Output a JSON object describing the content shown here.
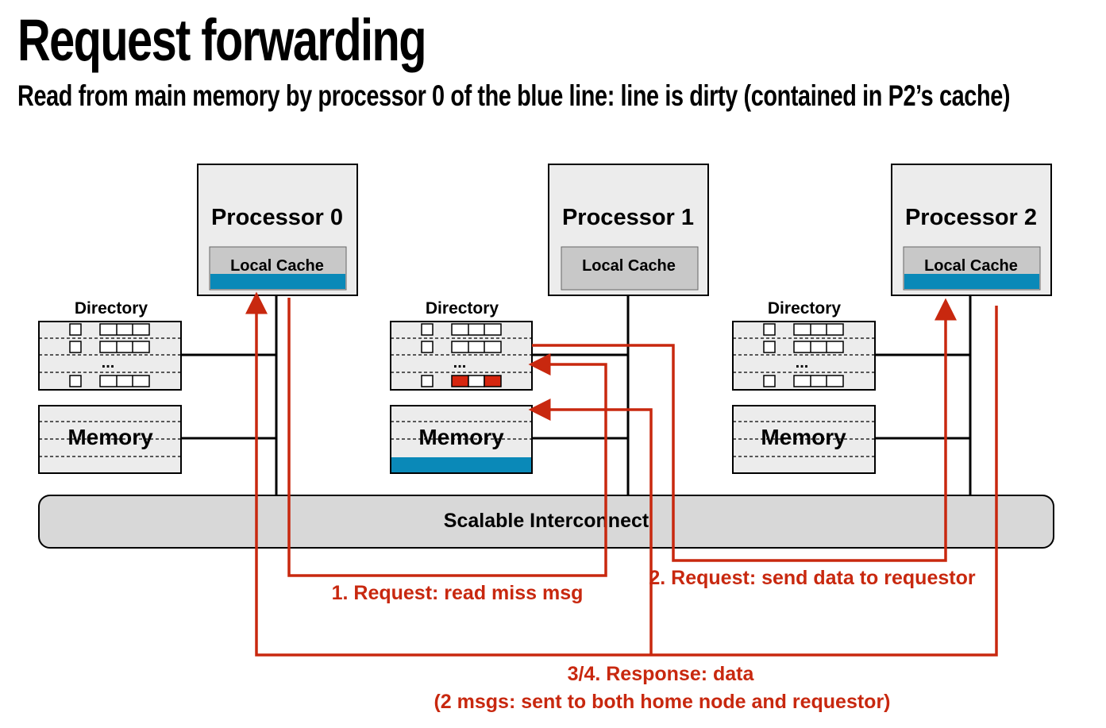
{
  "title": "Request forwarding",
  "subtitle": "Read from main memory by processor 0 of the blue line: line is dirty (contained in P2’s cache)",
  "nodes": [
    {
      "processor": "Processor 0",
      "cache": "Local Cache",
      "directory": "Directory",
      "memory": "Memory",
      "ellipsis": "...",
      "cache_has_blue_line": true,
      "memory_has_blue_line": false
    },
    {
      "processor": "Processor 1",
      "cache": "Local Cache",
      "directory": "Directory",
      "memory": "Memory",
      "ellipsis": "...",
      "cache_has_blue_line": false,
      "memory_has_blue_line": true,
      "directory_entry_highlighted": true
    },
    {
      "processor": "Processor 2",
      "cache": "Local Cache",
      "directory": "Directory",
      "memory": "Memory",
      "ellipsis": "...",
      "cache_has_blue_line": true,
      "memory_has_blue_line": false
    }
  ],
  "interconnect": "Scalable Interconnect",
  "messages": {
    "step1": "1. Request: read miss msg",
    "step2": "2. Request: send data to requestor",
    "step3_line1": "3/4. Response: data",
    "step3_line2": "(2 msgs: sent to both home node and requestor)"
  },
  "colors": {
    "arrow_red": "#c8280f",
    "blue_line": "#0a89b8",
    "directory_bit_red": "#d6260f",
    "box_gray": "#ececec",
    "cache_gray": "#c8c8c8",
    "interconnect_gray": "#d8d8d8"
  }
}
